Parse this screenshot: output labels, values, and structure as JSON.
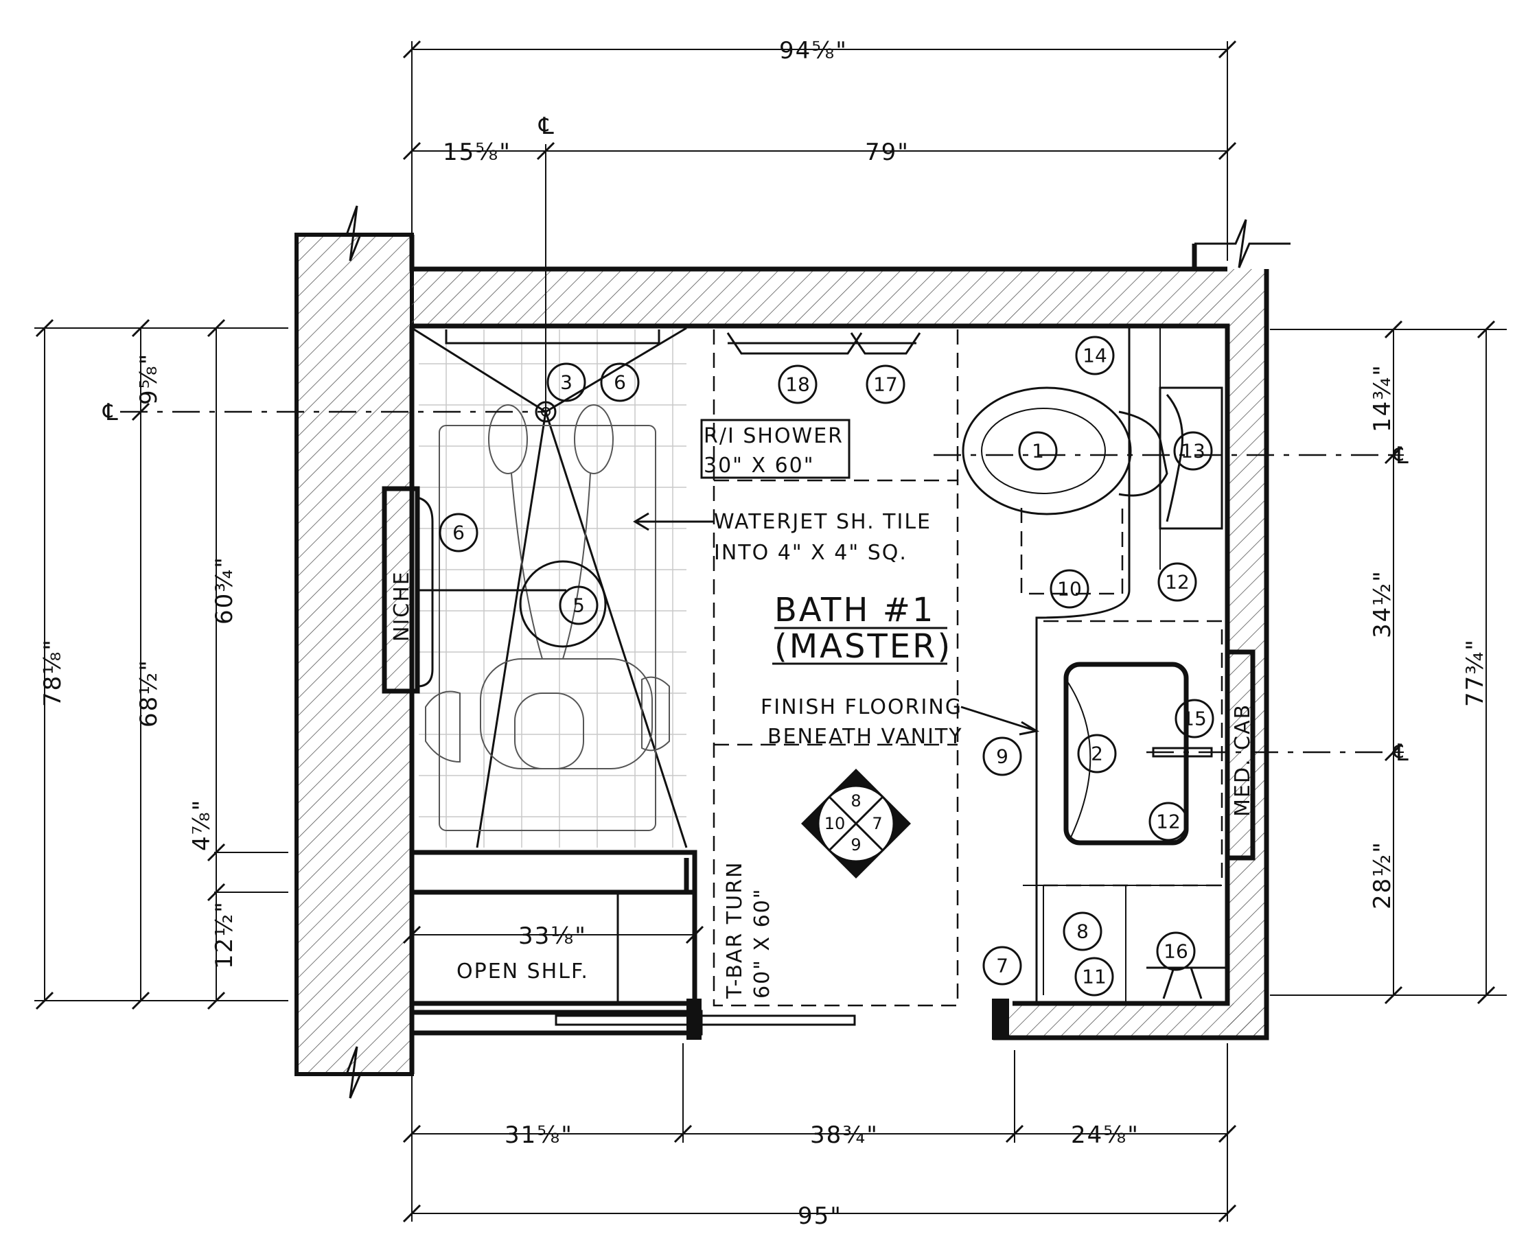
{
  "room": {
    "title_line1": "BATH  #1",
    "title_line2": "(MASTER)"
  },
  "notes": {
    "shower_box_line1": "R/I SHOWER",
    "shower_box_line2": "30\" X 60\"",
    "tile_line1": "WATERJET SH. TILE",
    "tile_line2": "INTO 4\" X 4\" SQ.",
    "flooring_line1": "FINISH FLOORING",
    "flooring_line2": "BENEATH VANITY",
    "niche": "NICHE",
    "open_shelf": "OPEN SHLF.",
    "med_cab": "MED. CAB",
    "tbar_line1": "T-BAR TURN",
    "tbar_line2": "60\" X 60\"",
    "centerline": "℄"
  },
  "dimensions": {
    "top_overall": "94⅝\"",
    "top_left": "15⅝\"",
    "top_right": "79\"",
    "bottom_overall": "95\"",
    "bottom_left": "31⅝\"",
    "bottom_mid": "38¾\"",
    "bottom_right": "24⅝\"",
    "shelf_width": "33⅛\"",
    "left_overall": "78⅛\"",
    "left_a": "9⅝\"",
    "left_b": "68½\"",
    "left_c": "60¾\"",
    "left_d": "4⅞\"",
    "left_e": "12½\"",
    "right_overall": "77¾\"",
    "right_a": "14¾\"",
    "right_b": "34½\"",
    "right_c": "28½\""
  },
  "keynotes": {
    "k1": "1",
    "k2": "2",
    "k3": "3",
    "k5": "5",
    "k6a": "6",
    "k6b": "6",
    "k7": "7",
    "k9": "9",
    "k10": "10",
    "k11": "11",
    "k12a": "12",
    "k12b": "12",
    "k13": "13",
    "k14": "14",
    "k15": "15",
    "k16": "16",
    "k17": "17",
    "k18": "18",
    "k8": "8"
  },
  "diamond_keys": {
    "top": "8",
    "right": "7",
    "bottom": "9",
    "left": "10"
  }
}
